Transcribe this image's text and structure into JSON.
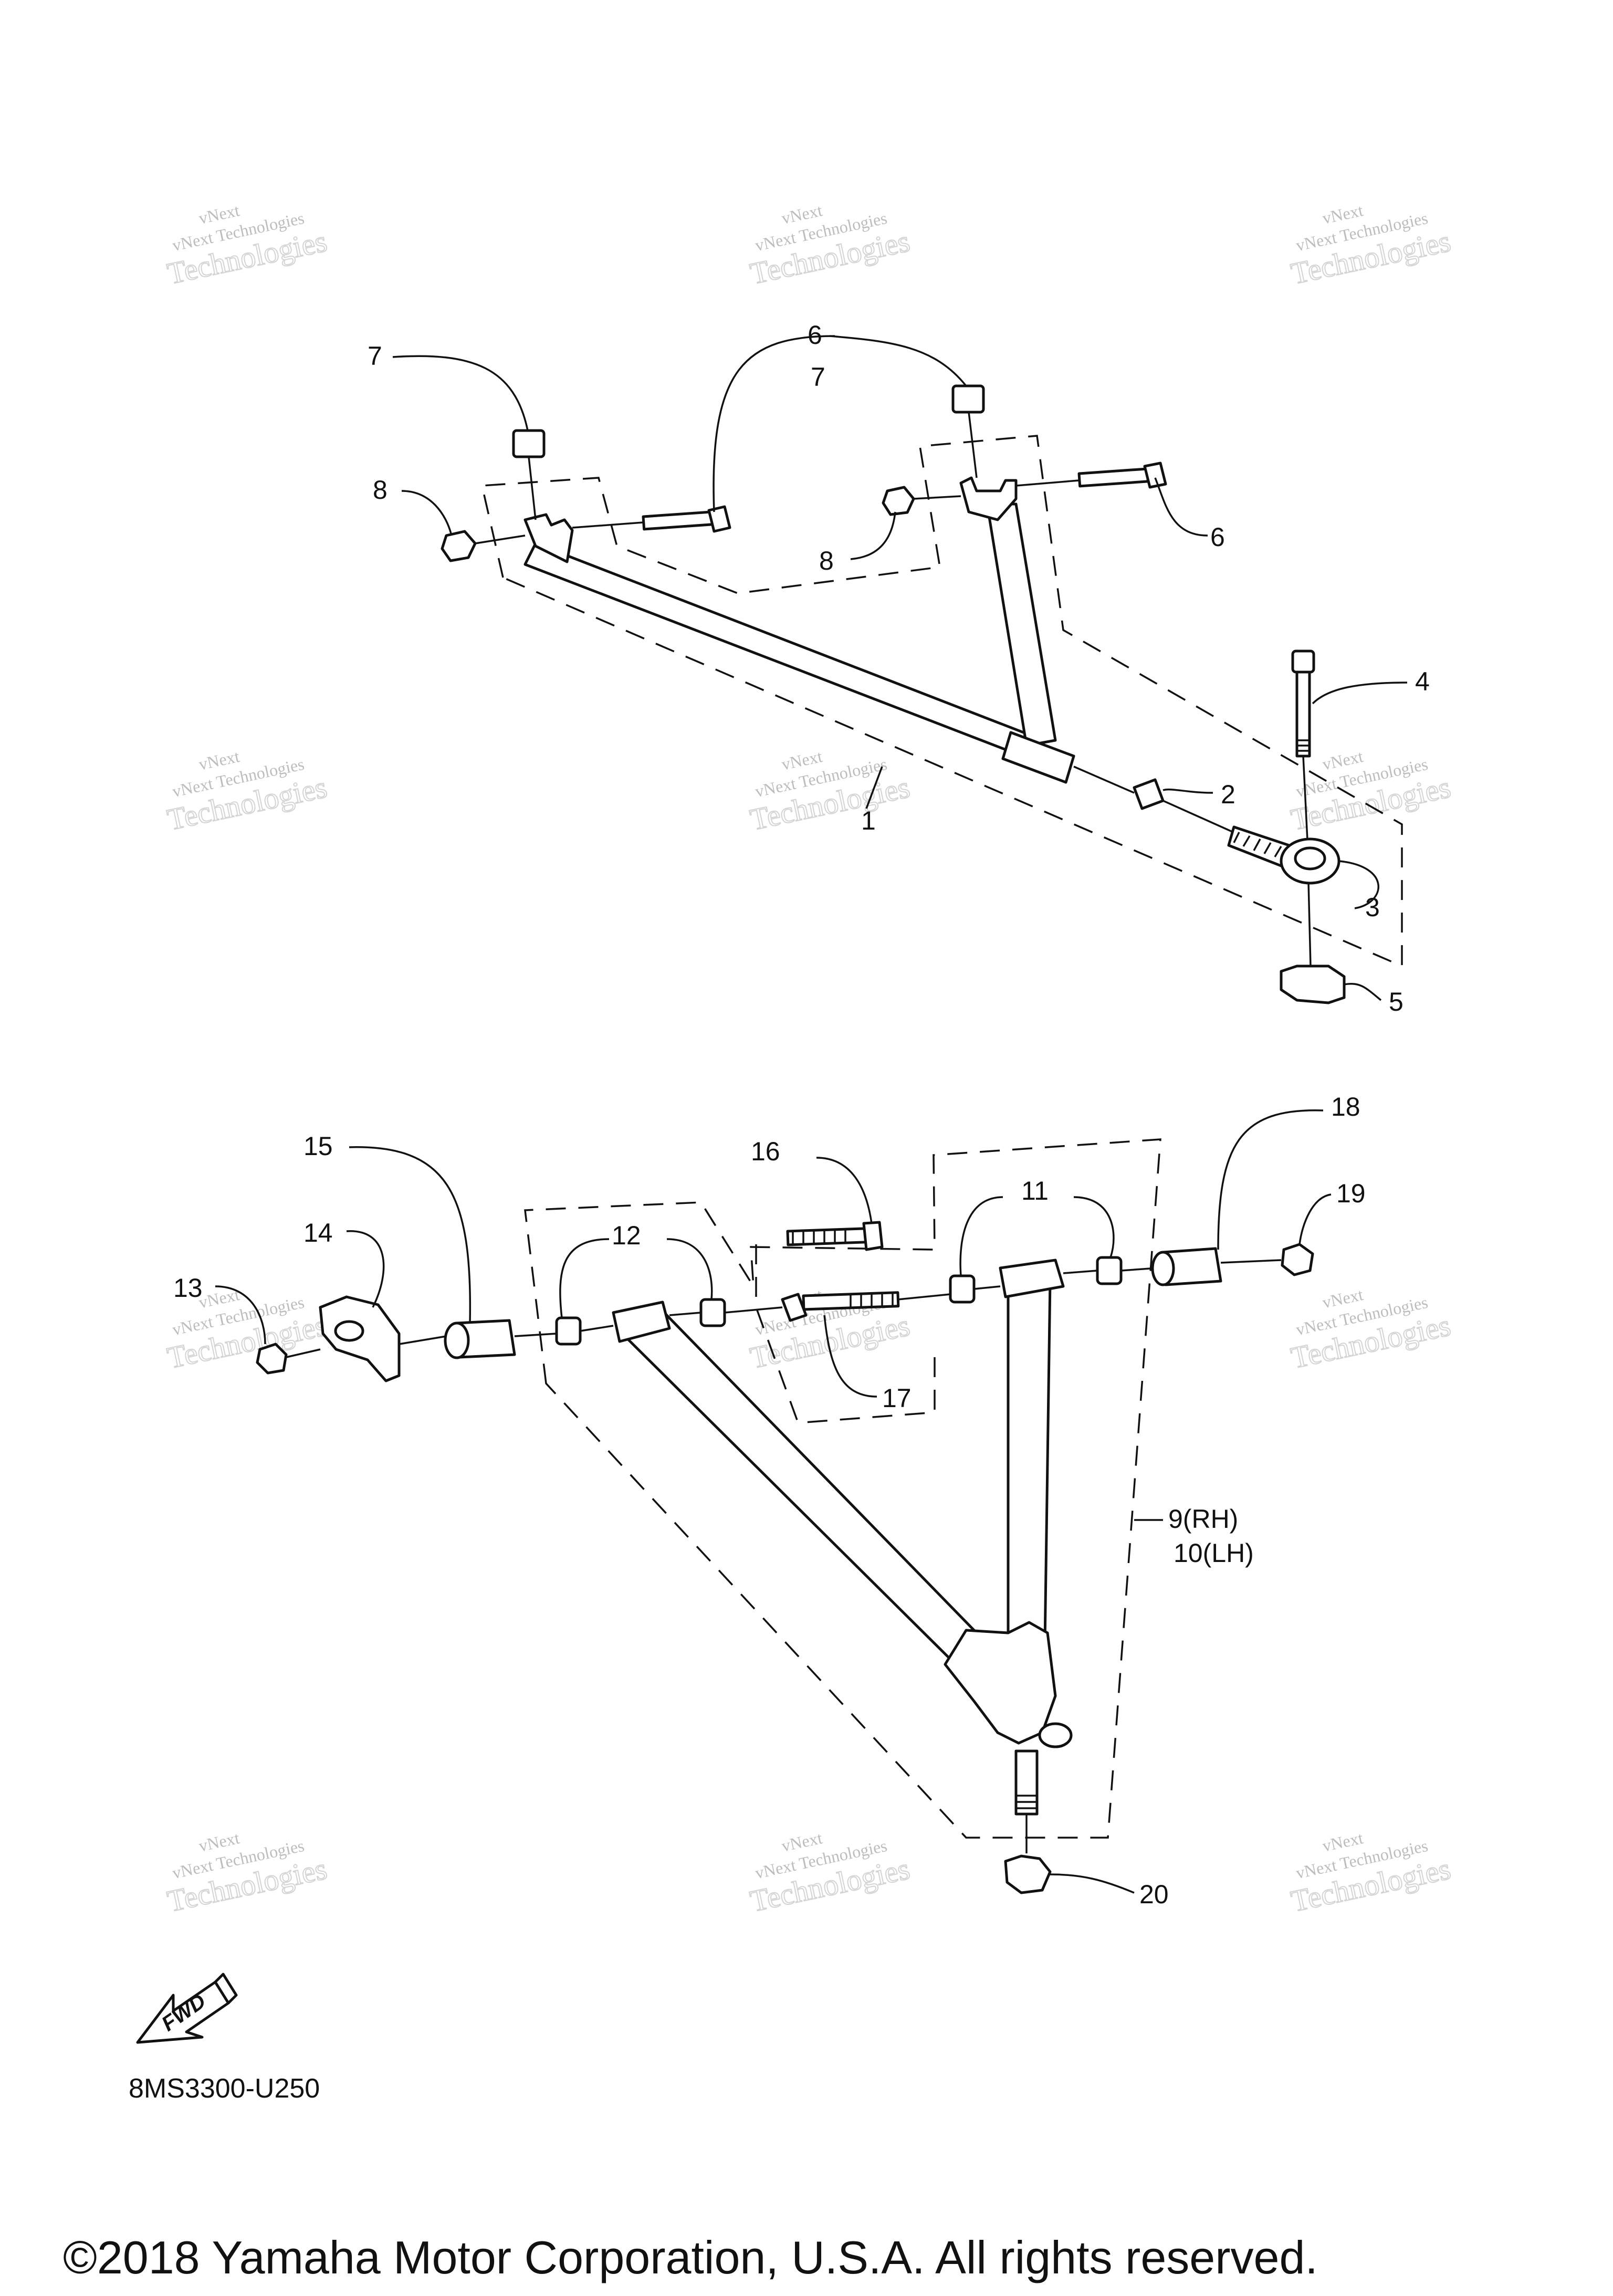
{
  "parts": {
    "p1": "1",
    "p2": "2",
    "p3": "3",
    "p4": "4",
    "p5": "5",
    "p6a": "6",
    "p6b": "6",
    "p7a": "7",
    "p7b": "7",
    "p8a": "8",
    "p8b": "8",
    "p9": "9(RH)",
    "p10": "10(LH)",
    "p11": "11",
    "p12": "12",
    "p13": "13",
    "p14": "14",
    "p15": "15",
    "p16": "16",
    "p17": "17",
    "p18": "18",
    "p19": "19",
    "p20": "20"
  },
  "watermark": {
    "line1": "vNext",
    "line2": "vNext Technologies",
    "line3": "Technologies"
  },
  "fwd_label": "FWD",
  "diagram_code": "8MS3300-U250",
  "copyright": "©2018 Yamaha Motor Corporation, U.S.A. All rights reserved."
}
